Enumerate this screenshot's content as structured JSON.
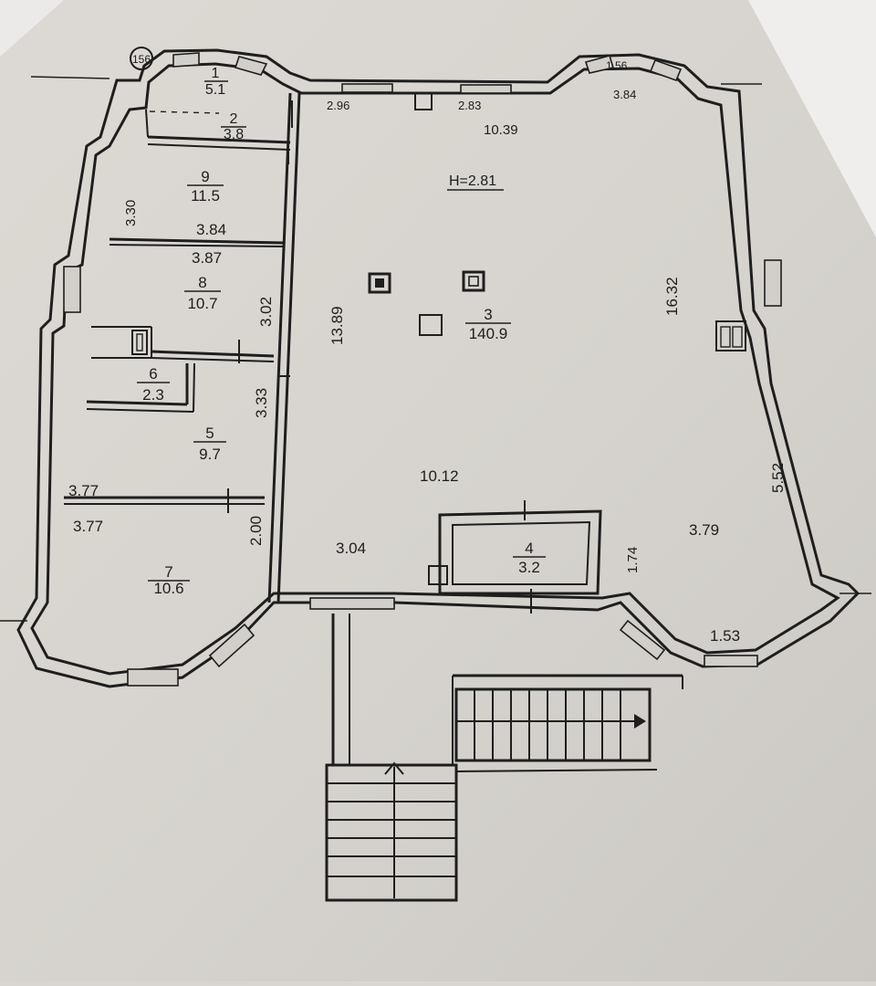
{
  "plan": {
    "marker": "156",
    "height_label": "H=2.81",
    "rooms": [
      {
        "id": "1",
        "area": "5.1"
      },
      {
        "id": "2",
        "area": "3.8"
      },
      {
        "id": "9",
        "area": "11.5"
      },
      {
        "id": "8",
        "area": "10.7"
      },
      {
        "id": "6",
        "area": "2.3"
      },
      {
        "id": "5",
        "area": "9.7"
      },
      {
        "id": "7",
        "area": "10.6"
      },
      {
        "id": "3",
        "area": "140.9"
      },
      {
        "id": "4",
        "area": "3.2"
      }
    ],
    "dimensions": [
      "2.96",
      "2.83",
      "1.56",
      "3.84",
      "10.39",
      "3.30",
      "3.84",
      "3.87",
      "3.02",
      "13.89",
      "16.32",
      "3.33",
      "3.77",
      "3.77",
      "2.00",
      "10.12",
      "3.04",
      "1.74",
      "3.79",
      "5.52",
      "1.53"
    ]
  }
}
